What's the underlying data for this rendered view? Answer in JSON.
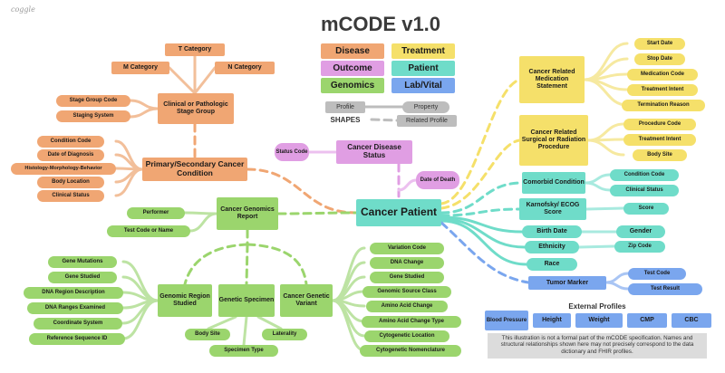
{
  "logo": "coggle",
  "title": "mCODE v1.0",
  "legend": {
    "disease": "Disease",
    "treatment": "Treatment",
    "outcome": "Outcome",
    "patient": "Patient",
    "genomics": "Genomics",
    "labvital": "Lab/Vital",
    "profile": "Profile",
    "property": "Property",
    "shapes": "SHAPES",
    "related_profile": "Related Profile"
  },
  "center": "Cancer Patient",
  "disease": {
    "t_category": "T Category",
    "m_category": "M Category",
    "n_category": "N Category",
    "stage_group_code": "Stage Group Code",
    "staging_system": "Staging System",
    "clinical_stage_group": "Clinical or Pathologic Stage Group",
    "condition_code": "Condition Code",
    "date_of_diagnosis": "Date of Diagnosis",
    "histology": "Histology-Morphology-Behavior",
    "body_location": "Body Location",
    "clinical_status": "Clinical Status",
    "primary_condition": "Primary/Secondary Cancer Condition"
  },
  "outcome": {
    "status_code": "Status Code",
    "disease_status": "Cancer Disease Status",
    "date_of_death": "Date of Death"
  },
  "genomics": {
    "performer": "Performer",
    "test_code_or_name": "Test Code or Name",
    "genomics_report": "Cancer Genomics Report",
    "gene_mutations": "Gene Mutations",
    "gene_studied": "Gene Studied",
    "dna_region_description": "DNA Region Description",
    "dna_ranges_examined": "DNA Ranges Examined",
    "coordinate_system": "Coordinate System",
    "reference_sequence_id": "Reference Sequence ID",
    "genomic_region_studied": "Genomic Region Studied",
    "genetic_specimen": "Genetic Specimen",
    "body_site": "Body Site",
    "laterality": "Laterality",
    "specimen_type": "Specimen Type",
    "genetic_variant": "Cancer Genetic Variant",
    "variation_code": "Variation Code",
    "dna_change": "DNA Change",
    "gene_studied_2": "Gene Studied",
    "genomic_source_class": "Genomic Source Class",
    "amino_acid_change": "Amino Acid Change",
    "amino_acid_change_type": "Amino Acid Change Type",
    "cytogenetic_location": "Cytogenetic Location",
    "cytogenetic_nomenclature": "Cytogenetic Nomenclature"
  },
  "treatment": {
    "medication_statement": "Cancer Related Medication Statement",
    "start_date": "Start Date",
    "stop_date": "Stop Date",
    "medication_code": "Medication Code",
    "treatment_intent": "Treatment Intent",
    "termination_reason": "Termination Reason",
    "surgical_procedure": "Cancer Related Surgical or Radiation Procedure",
    "procedure_code": "Procedure Code",
    "treatment_intent_2": "Treatment Intent",
    "body_site": "Body Site"
  },
  "patient": {
    "comorbid_condition": "Comorbid Condition",
    "condition_code": "Condition Code",
    "clinical_status": "Clinical Status",
    "karnofsky": "Karnofsky/ ECOG Score",
    "score": "Score",
    "birth_date": "Birth Date",
    "gender": "Gender",
    "ethnicity": "Ethnicity",
    "zip_code": "Zip Code",
    "race": "Race"
  },
  "labvital": {
    "tumor_marker": "Tumor Marker",
    "test_code": "Test Code",
    "test_result": "Test Result",
    "external_profiles": "External Profiles",
    "blood_pressure": "Blood Pressure",
    "height": "Height",
    "weight": "Weight",
    "cmp": "CMP",
    "cbc": "CBC"
  },
  "disclaimer": "This illustration is not a formal part of the mCODE specification. Names and structural relationships shown here may not precisely correspond to the data dictionary and FHIR profiles.",
  "colors": {
    "disease": "#f0a673",
    "treatment": "#f5e06a",
    "outcome": "#e09ee3",
    "patient": "#6fdcc9",
    "genomics": "#9bd56d",
    "labvital": "#7aa6ee",
    "shapes": "#bdbdbd"
  }
}
